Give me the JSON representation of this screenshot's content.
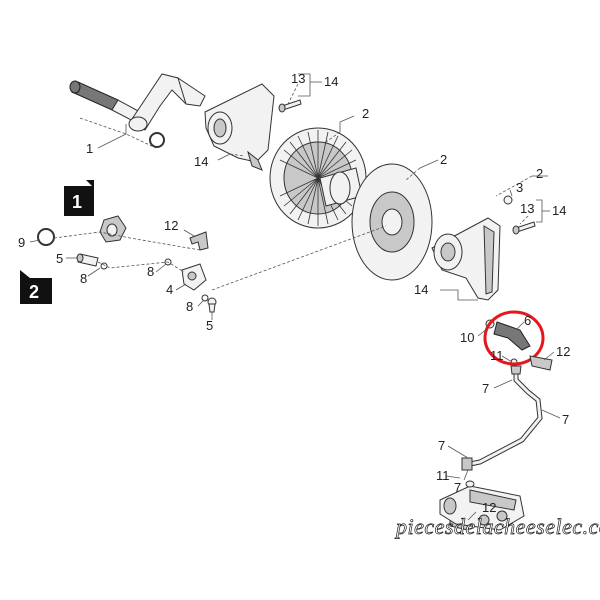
{
  "labels": {
    "l1": "1",
    "l2a": "2",
    "l2b": "2",
    "l2c": "2",
    "l3": "3",
    "l4": "4",
    "l5a": "5",
    "l5b": "5",
    "l6": "6",
    "l7a": "7",
    "l7b": "7",
    "l7c": "7",
    "l7d": "7",
    "l8a": "8",
    "l8b": "8",
    "l8c": "8",
    "l9": "9",
    "l10": "10",
    "l11a": "11",
    "l11b": "11",
    "l12a": "12",
    "l12b": "12",
    "l12c": "12",
    "l13a": "13",
    "l13b": "13",
    "l14a": "14",
    "l14b": "14",
    "l14c": "14",
    "l14d": "14"
  },
  "markers": {
    "m1": "1",
    "m2": "2"
  },
  "watermark": "piecesdelacheeselec.com",
  "highlight_color": "#e8151b"
}
